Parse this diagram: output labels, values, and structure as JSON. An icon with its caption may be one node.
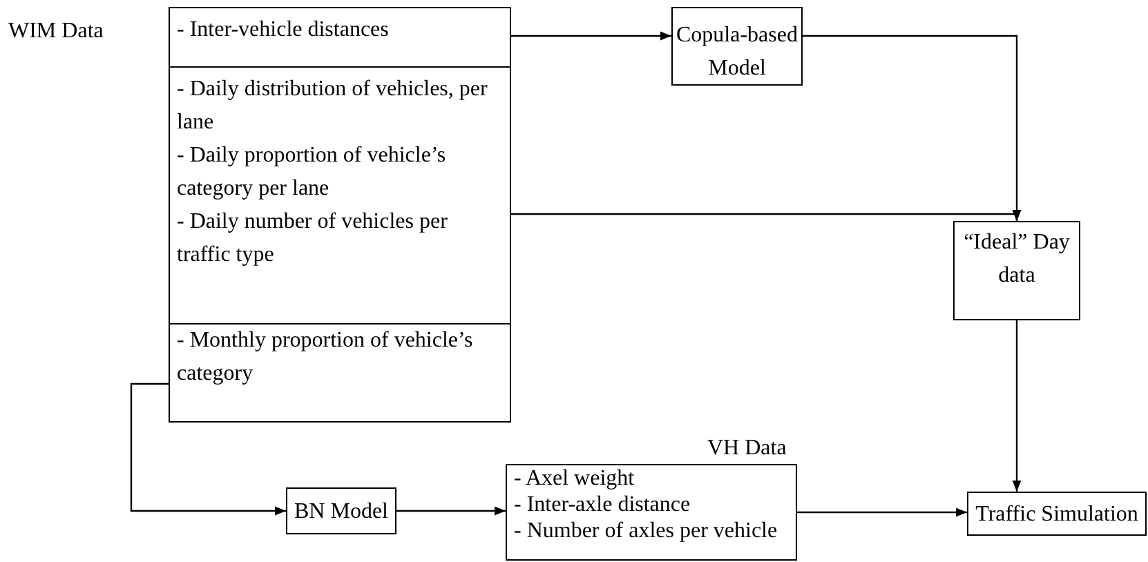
{
  "diagram": {
    "nodes": [
      {
        "text": [
          "WIM Data"
        ]
      },
      {
        "text": [
          "- Inter-vehicle distances"
        ],
        "in": 0
      },
      {
        "text": [
          "- Daily distribution of vehicles, per lane",
          "- Daily proportion of vehicle’s category per lane",
          "- Daily number of vehicles per traffic type"
        ],
        "in": 0
      },
      {
        "text": [
          "- Monthly proportion of vehicle’s category"
        ],
        "in": 0
      },
      {
        "text": [
          "Copula-based Model"
        ]
      },
      {
        "text": [
          "“Ideal” Day data"
        ]
      },
      {
        "text": [
          "BN Model"
        ]
      },
      {
        "text": [
          "VH Data",
          "- Axel weight",
          "- Inter-axle distance",
          "- Number of axles per vehicle"
        ]
      },
      {
        "text": [
          "Traffic Simulation"
        ]
      }
    ],
    "edges": [
      {
        "from": 1,
        "to": 4,
        "arrow": "to"
      },
      {
        "from": 4,
        "to": 5,
        "arrow": "to"
      },
      {
        "from": 2,
        "to": 5,
        "arrow": "to"
      },
      {
        "from": 3,
        "to": 6,
        "arrow": "to"
      },
      {
        "from": 6,
        "to": 7,
        "arrow": "to"
      },
      {
        "from": 7,
        "to": 8,
        "arrow": "to"
      },
      {
        "from": 5,
        "to": 8,
        "arrow": "to"
      }
    ]
  }
}
